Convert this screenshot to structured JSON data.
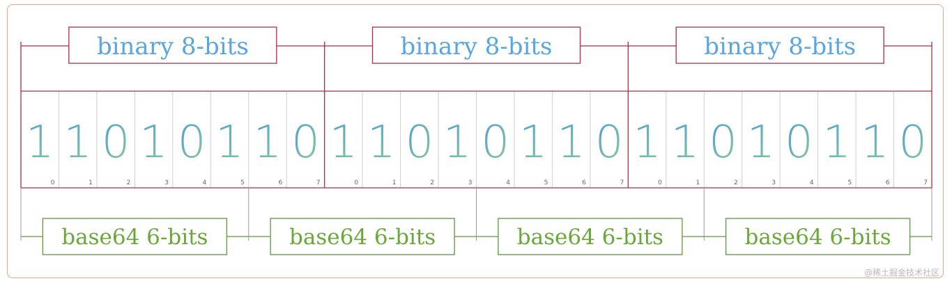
{
  "diagram": {
    "bytes": [
      {
        "label": "binary 8-bits",
        "bits": [
          "1",
          "1",
          "0",
          "1",
          "0",
          "1",
          "1",
          "0"
        ],
        "indices": [
          "0",
          "1",
          "2",
          "3",
          "4",
          "5",
          "6",
          "7"
        ]
      },
      {
        "label": "binary 8-bits",
        "bits": [
          "1",
          "1",
          "0",
          "1",
          "0",
          "1",
          "1",
          "0"
        ],
        "indices": [
          "0",
          "1",
          "2",
          "3",
          "4",
          "5",
          "6",
          "7"
        ]
      },
      {
        "label": "binary 8-bits",
        "bits": [
          "1",
          "1",
          "0",
          "1",
          "0",
          "1",
          "1",
          "0"
        ],
        "indices": [
          "0",
          "1",
          "2",
          "3",
          "4",
          "5",
          "6",
          "7"
        ]
      }
    ],
    "groups": [
      {
        "label": "base64 6-bits"
      },
      {
        "label": "base64 6-bits"
      },
      {
        "label": "base64 6-bits"
      },
      {
        "label": "base64 6-bits"
      }
    ],
    "colors": {
      "byte_line": "#b5284a",
      "base64_line": "#5a9a3a",
      "cell_divider": "#cfcfcf",
      "digit_top": "#5aa6e0",
      "digit_bottom": "#8bc88a",
      "frame": "#f0a37a"
    }
  },
  "watermark": "@稀土掘金技术社区"
}
